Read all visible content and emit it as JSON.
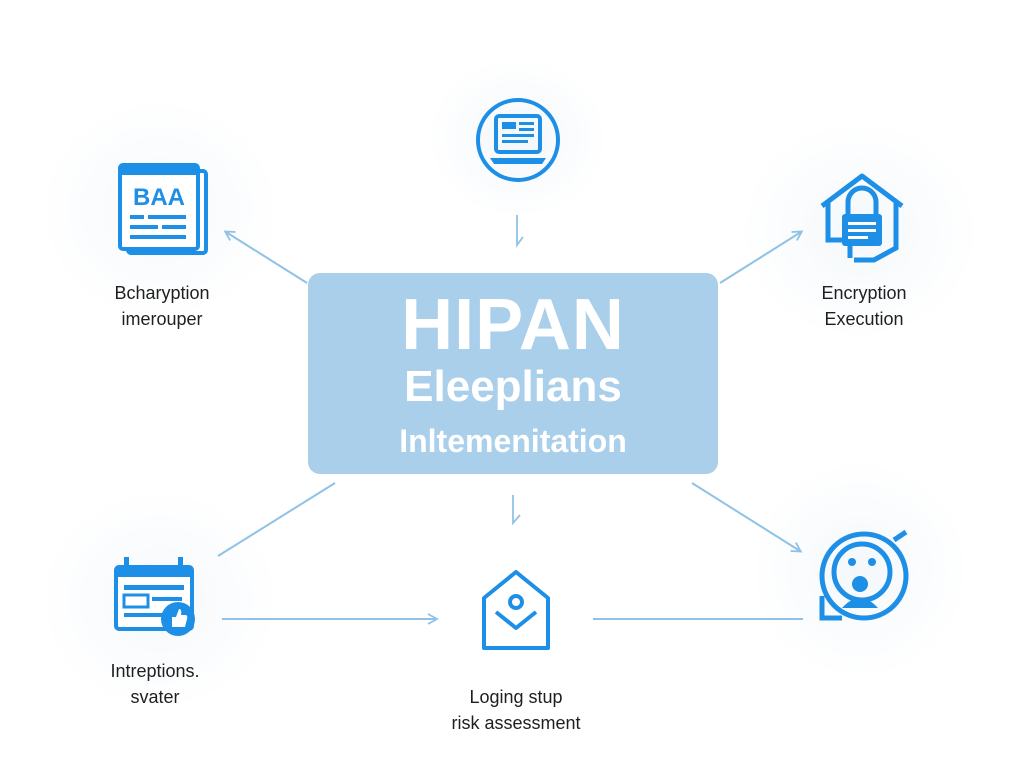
{
  "center": {
    "title": "HIPAN",
    "subtitle": "Eleeplians",
    "subtitle2": "Inltemenitation"
  },
  "nodes": {
    "top": {
      "icon": "laptop-document-icon"
    },
    "top_left": {
      "icon": "baa-document-icon",
      "icon_text": "BAA",
      "line1": "Bcharyption",
      "line2": "imerouper"
    },
    "top_right": {
      "icon": "house-lock-icon",
      "line1": "Encryption",
      "line2": "Execution"
    },
    "bottom_left": {
      "icon": "calendar-thumbs-up-icon",
      "line1": "Intreptions.",
      "line2": "svater"
    },
    "bottom_center": {
      "icon": "location-tag-icon",
      "line1": "Loging stup",
      "line2": "risk assessment"
    },
    "bottom_right": {
      "icon": "user-scan-icon"
    }
  },
  "colors": {
    "accent": "#1e8fe6",
    "center_fill": "#a9cfeb",
    "connector": "#8fc2e6",
    "text": "#1f1f1f"
  }
}
